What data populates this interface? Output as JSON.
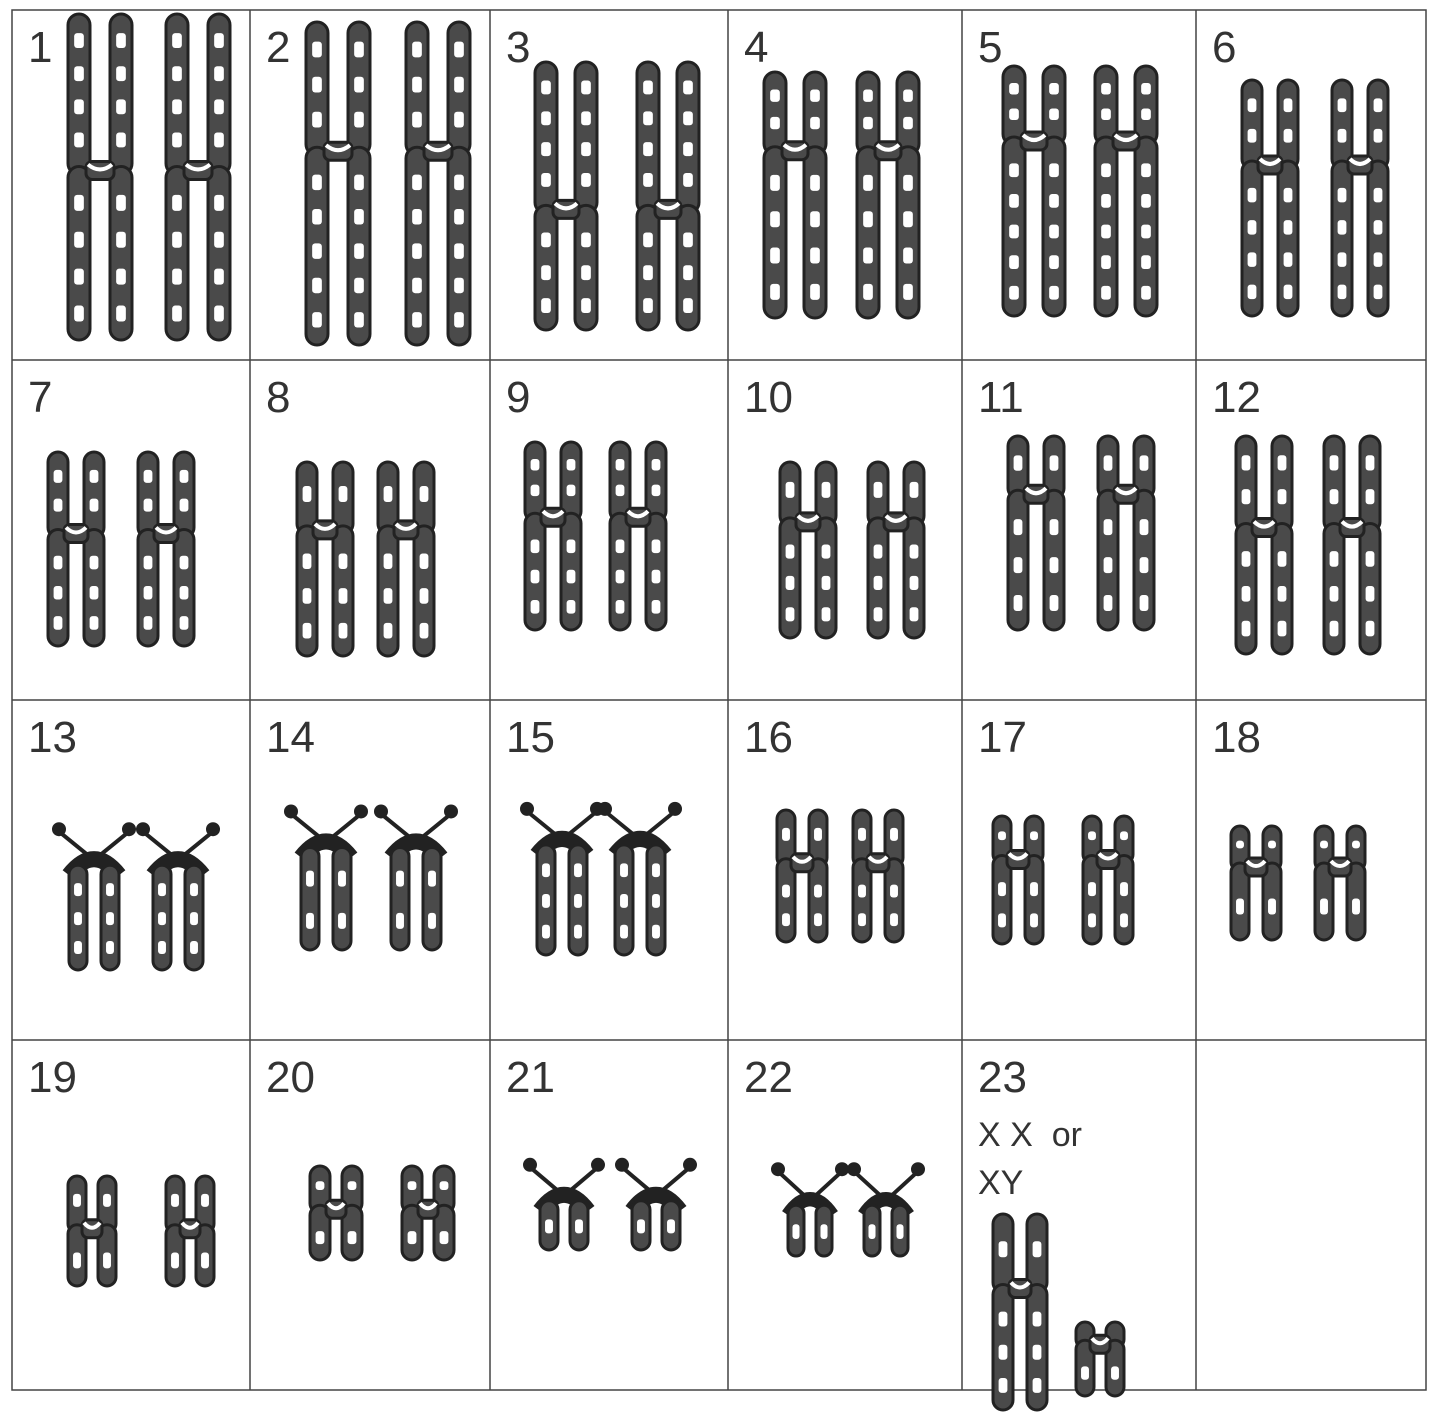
{
  "cells": [
    {
      "label": "1"
    },
    {
      "label": "2"
    },
    {
      "label": "3"
    },
    {
      "label": "4"
    },
    {
      "label": "5"
    },
    {
      "label": "6"
    },
    {
      "label": "7"
    },
    {
      "label": "8"
    },
    {
      "label": "9"
    },
    {
      "label": "10"
    },
    {
      "label": "11"
    },
    {
      "label": "12"
    },
    {
      "label": "13"
    },
    {
      "label": "14"
    },
    {
      "label": "15"
    },
    {
      "label": "16"
    },
    {
      "label": "17"
    },
    {
      "label": "18"
    },
    {
      "label": "19"
    },
    {
      "label": "20"
    },
    {
      "label": "21"
    },
    {
      "label": "22"
    },
    {
      "label": "23",
      "note_line1": "X X  or",
      "note_line2": "XY"
    },
    {
      "label": ""
    }
  ],
  "colors": {
    "chromosome": "#4a4a4a",
    "outline": "#222222",
    "band": "#ffffff",
    "grid": "#444444",
    "label": "#333333"
  }
}
